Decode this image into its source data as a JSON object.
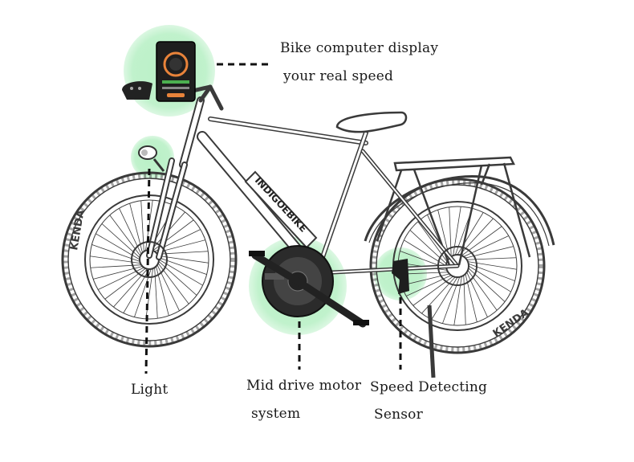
{
  "colors": {
    "highlight": "#b9f0c6",
    "line": "#3a3a3a",
    "dash": "#111111",
    "screen": "#1e1e1e",
    "screen_accent": "#e8833a"
  },
  "labels": {
    "display_line1": "Bike computer display",
    "display_line2": "your real speed",
    "light": "Light",
    "motor_line1": "Mid drive motor",
    "motor_line2": "system",
    "sensor_line1": "Speed Detecting",
    "sensor_line2": "Sensor"
  },
  "bike_text": {
    "battery_brand": "INDIGOEBIKE",
    "tire_brand": "KENDA"
  },
  "icons": {
    "display": "bike-computer-display-icon",
    "remote": "handlebar-remote-icon",
    "light": "headlight-icon",
    "motor": "mid-drive-motor-icon",
    "sensor": "speed-sensor-icon"
  }
}
